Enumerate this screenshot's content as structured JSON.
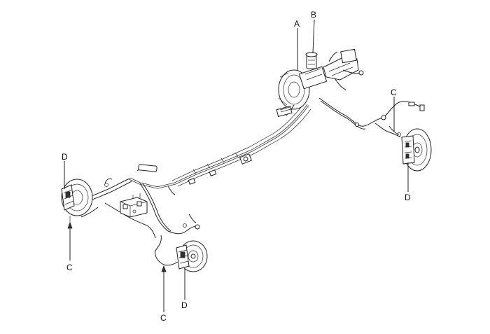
{
  "callouts": {
    "a": "A",
    "b": "B",
    "c_front_right": "C",
    "d_front_right": "D",
    "d_rear_left": "D",
    "c_rear_left": "C",
    "c_rear_right": "C",
    "d_rear_right": "D"
  }
}
